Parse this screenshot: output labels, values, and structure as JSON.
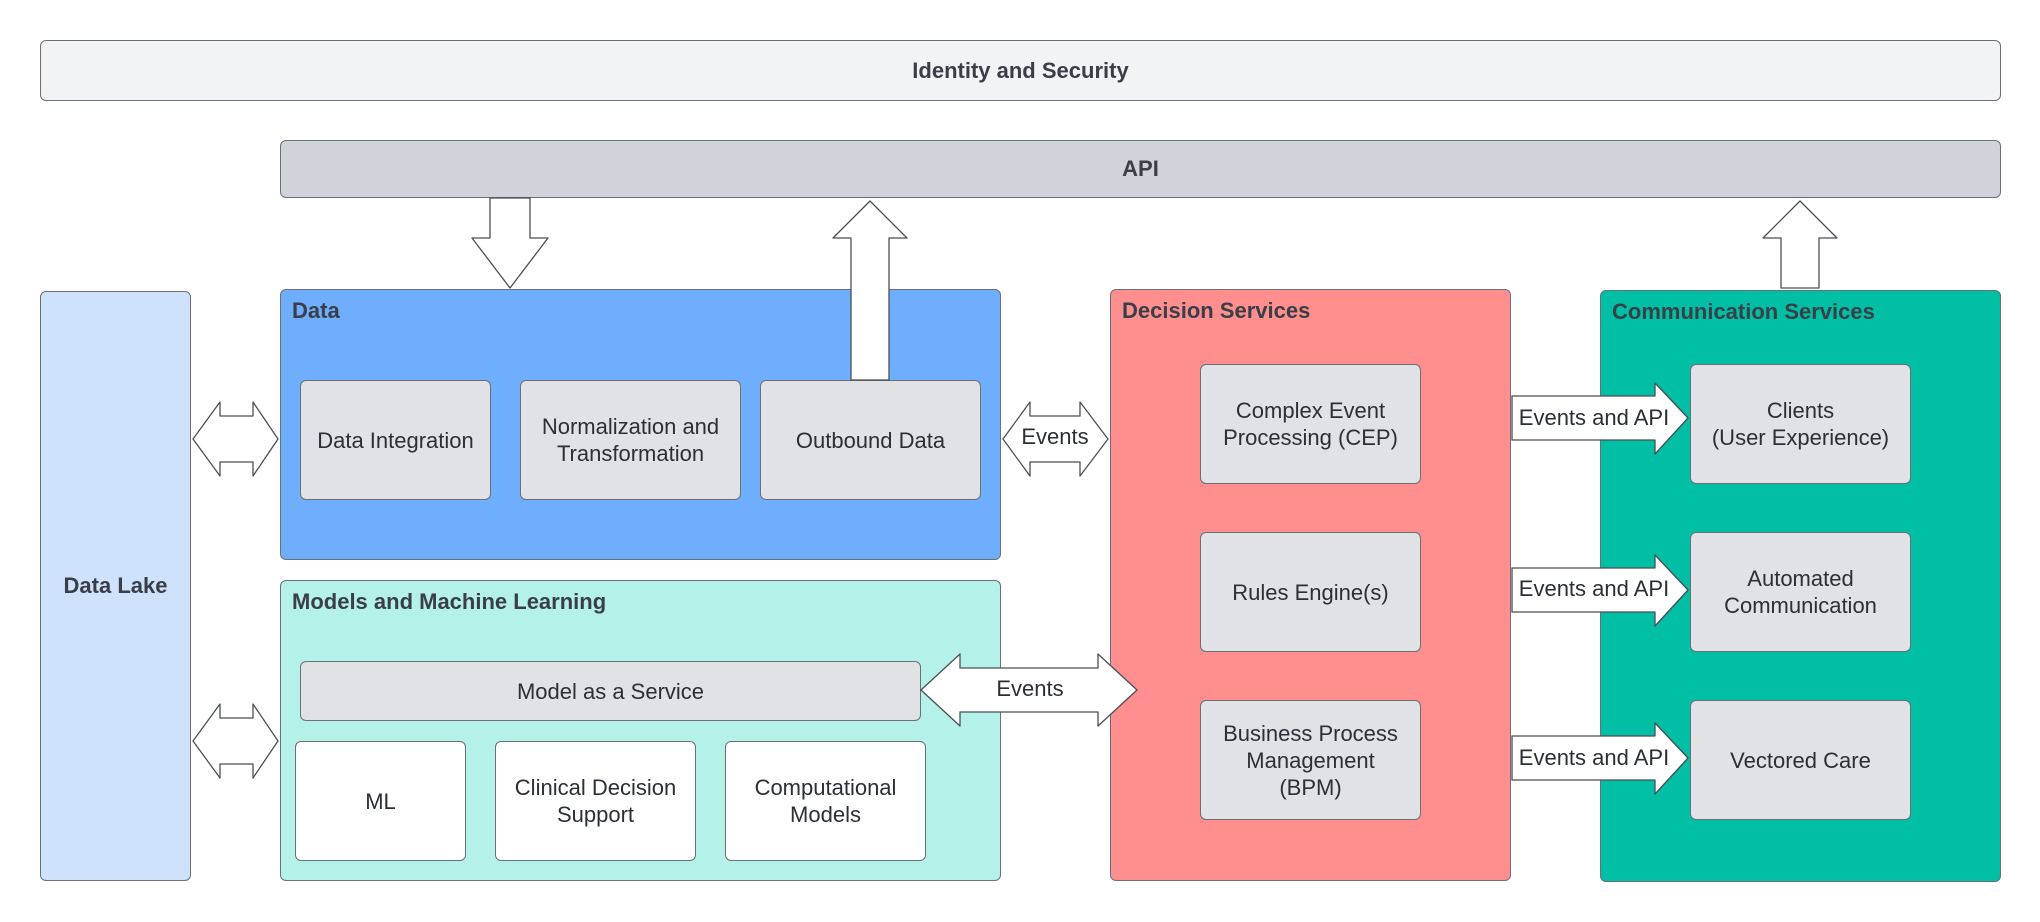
{
  "identity_bar": {
    "label": "Identity and Security"
  },
  "api_bar": {
    "label": "API"
  },
  "data_lake": {
    "label": "Data Lake"
  },
  "data_section": {
    "title": "Data",
    "items": [
      "Data Integration",
      "Normalization and\nTransformation",
      "Outbound Data"
    ]
  },
  "models_section": {
    "title": "Models and Machine Learning",
    "maas": "Model as a Service",
    "items": [
      "ML",
      "Clinical Decision\nSupport",
      "Computational\nModels"
    ]
  },
  "decision_section": {
    "title": "Decision Services",
    "items": [
      "Complex Event\nProcessing (CEP)",
      "Rules Engine(s)",
      "Business Process\nManagement\n(BPM)"
    ]
  },
  "communication_section": {
    "title": "Communication Services",
    "items": [
      "Clients\n(User Experience)",
      "Automated\nCommunication",
      "Vectored Care"
    ]
  },
  "connectors": {
    "data_decision": "Events",
    "models_decision": "Events",
    "decision_comm": [
      "Events and API",
      "Events and API",
      "Events and API"
    ]
  },
  "colors": {
    "identity": "#f2f3f5",
    "api": "#cfd4db",
    "data_lake": "#cfe2fc",
    "data": "#6eaefc",
    "models": "#b4f2e9",
    "decision": "#ff8e8e",
    "communication": "#00bfa5",
    "inner": "#e0e2e6"
  }
}
